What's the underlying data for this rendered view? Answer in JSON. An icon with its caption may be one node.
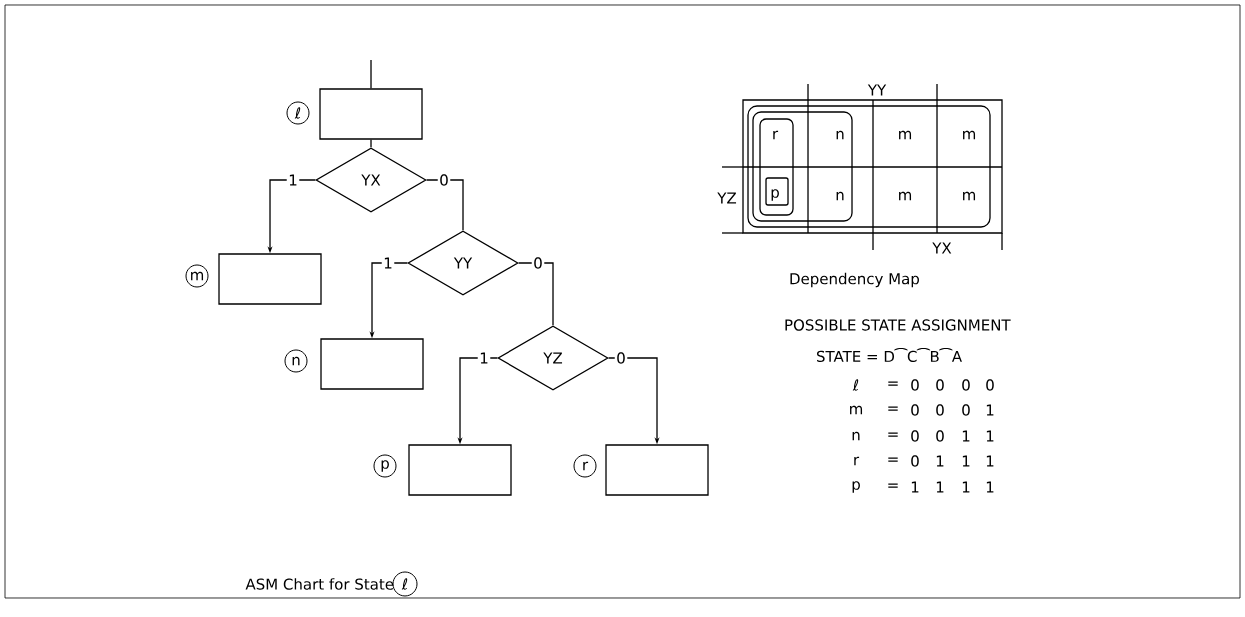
{
  "diagram": {
    "caption": "ASM Chart for State",
    "nodes": [
      {
        "text": [],
        "shape": "box",
        "beside": [
          "ℓ"
        ]
      },
      {
        "text": [
          "YX"
        ]
      },
      {
        "text": [],
        "shape": "box",
        "beside": [
          "m"
        ]
      },
      {
        "text": [
          "YY"
        ]
      },
      {
        "text": [],
        "shape": "box",
        "beside": [
          "n"
        ]
      },
      {
        "text": [
          "YZ"
        ]
      },
      {
        "text": [],
        "shape": "box",
        "beside": [
          "p"
        ]
      },
      {
        "text": [],
        "shape": "box",
        "beside": [
          "r"
        ]
      }
    ],
    "edges": [
      {
        "from": null,
        "to": 0,
        "arrow": "none"
      },
      {
        "from": 0,
        "to": 1,
        "arrow": "none"
      },
      {
        "from": 1,
        "to": 2,
        "arrow": "to",
        "label": "1"
      },
      {
        "from": 1,
        "to": 3,
        "arrow": "none",
        "label": "0"
      },
      {
        "from": 3,
        "to": 4,
        "arrow": "to",
        "label": "1"
      },
      {
        "from": 3,
        "to": 5,
        "arrow": "none",
        "label": "0"
      },
      {
        "from": 5,
        "to": 6,
        "arrow": "to",
        "label": "1"
      },
      {
        "from": 5,
        "to": 7,
        "arrow": "to",
        "label": "0"
      }
    ],
    "labels": [
      "YY",
      "r",
      "n",
      "m",
      "m",
      "YZ",
      "p",
      "n",
      "m",
      "m",
      "YX",
      "Dependency Map",
      "POSSIBLE STATE ASSIGNMENT",
      "STATE = D⁀C⁀B⁀A",
      "ℓ",
      "=",
      "0",
      "0",
      "0",
      "0",
      "m",
      "=",
      "0",
      "0",
      "0",
      "1",
      "n",
      "=",
      "0",
      "0",
      "1",
      "1",
      "r",
      "=",
      "0",
      "1",
      "1",
      "1",
      "p",
      "=",
      "1",
      "1",
      "1",
      "1",
      "ℓ"
    ]
  }
}
